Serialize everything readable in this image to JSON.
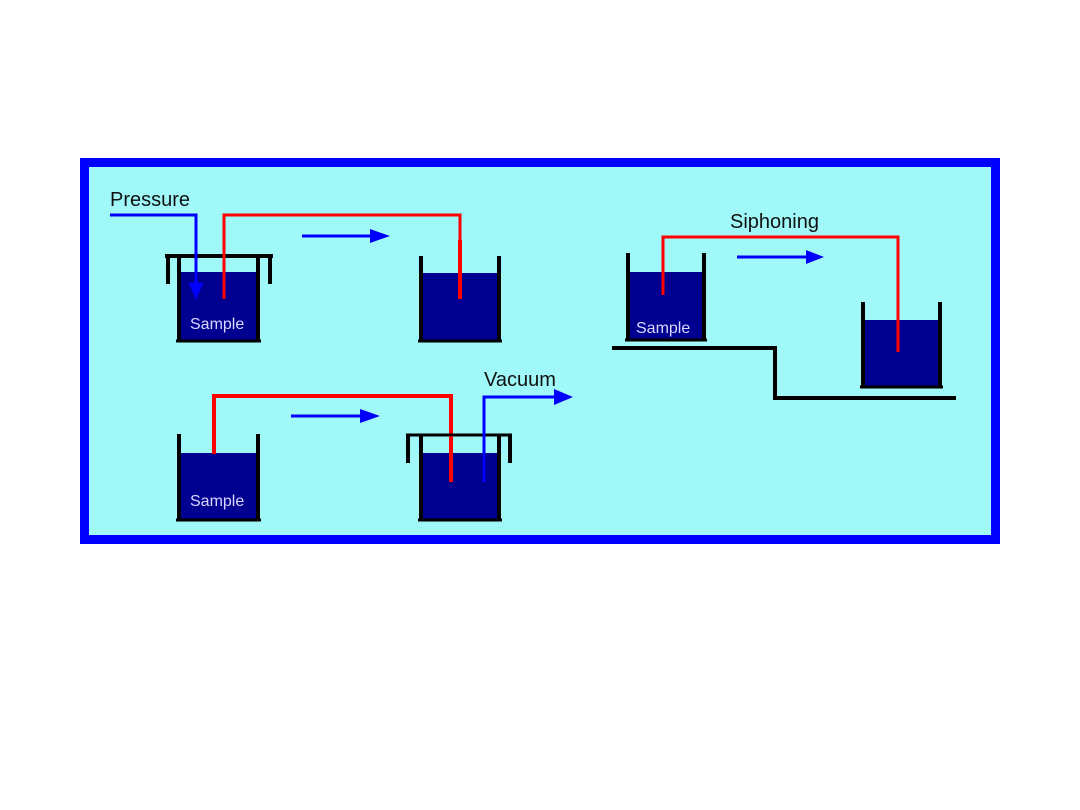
{
  "diagram": {
    "title": "Liquid transfer methods",
    "colors": {
      "frame_border": "#0000ff",
      "background": "#a0f8f8",
      "liquid": "#000090",
      "tube": "#ff0000",
      "gas_line": "#0000ff",
      "container": "#000000"
    },
    "panels": [
      {
        "id": "pressure",
        "label": "Pressure",
        "source_label": "Sample"
      },
      {
        "id": "vacuum",
        "label": "Vacuum",
        "source_label": "Sample"
      },
      {
        "id": "siphoning",
        "label": "Siphoning",
        "source_label": "Sample"
      }
    ]
  }
}
